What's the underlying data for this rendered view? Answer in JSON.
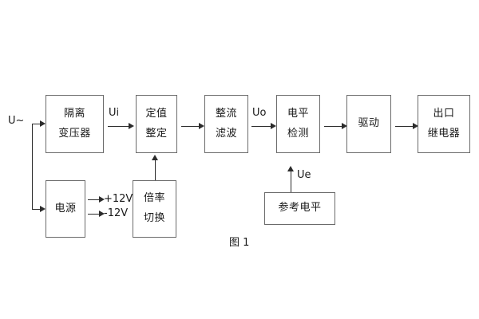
{
  "diagram": {
    "caption": "图 1",
    "input_label": "U~",
    "blocks": [
      {
        "id": "isolation-transformer",
        "lines": [
          "隔离",
          "变压器"
        ]
      },
      {
        "id": "setting-adjust",
        "lines": [
          "定值",
          "整定"
        ]
      },
      {
        "id": "rectify-filter",
        "lines": [
          "整流",
          "滤波"
        ]
      },
      {
        "id": "level-detect",
        "lines": [
          "电平",
          "检测"
        ]
      },
      {
        "id": "drive",
        "lines": [
          "驱动"
        ]
      },
      {
        "id": "output-relay",
        "lines": [
          "出口",
          "继电器"
        ]
      },
      {
        "id": "power-supply",
        "lines": [
          "电源"
        ]
      },
      {
        "id": "multiplier-switch",
        "lines": [
          "倍率",
          "切换"
        ]
      },
      {
        "id": "reference-level",
        "lines": [
          "参考电平"
        ]
      }
    ],
    "signals": {
      "ui": "Ui",
      "uo": "Uo",
      "ue": "Ue",
      "rail_positive": "+12V",
      "rail_negative": "-12V"
    },
    "colors": {
      "box_border": "#6b6b6b",
      "line": "#2b2b2b",
      "text": "#1a1a1a",
      "background": "#ffffff"
    }
  }
}
